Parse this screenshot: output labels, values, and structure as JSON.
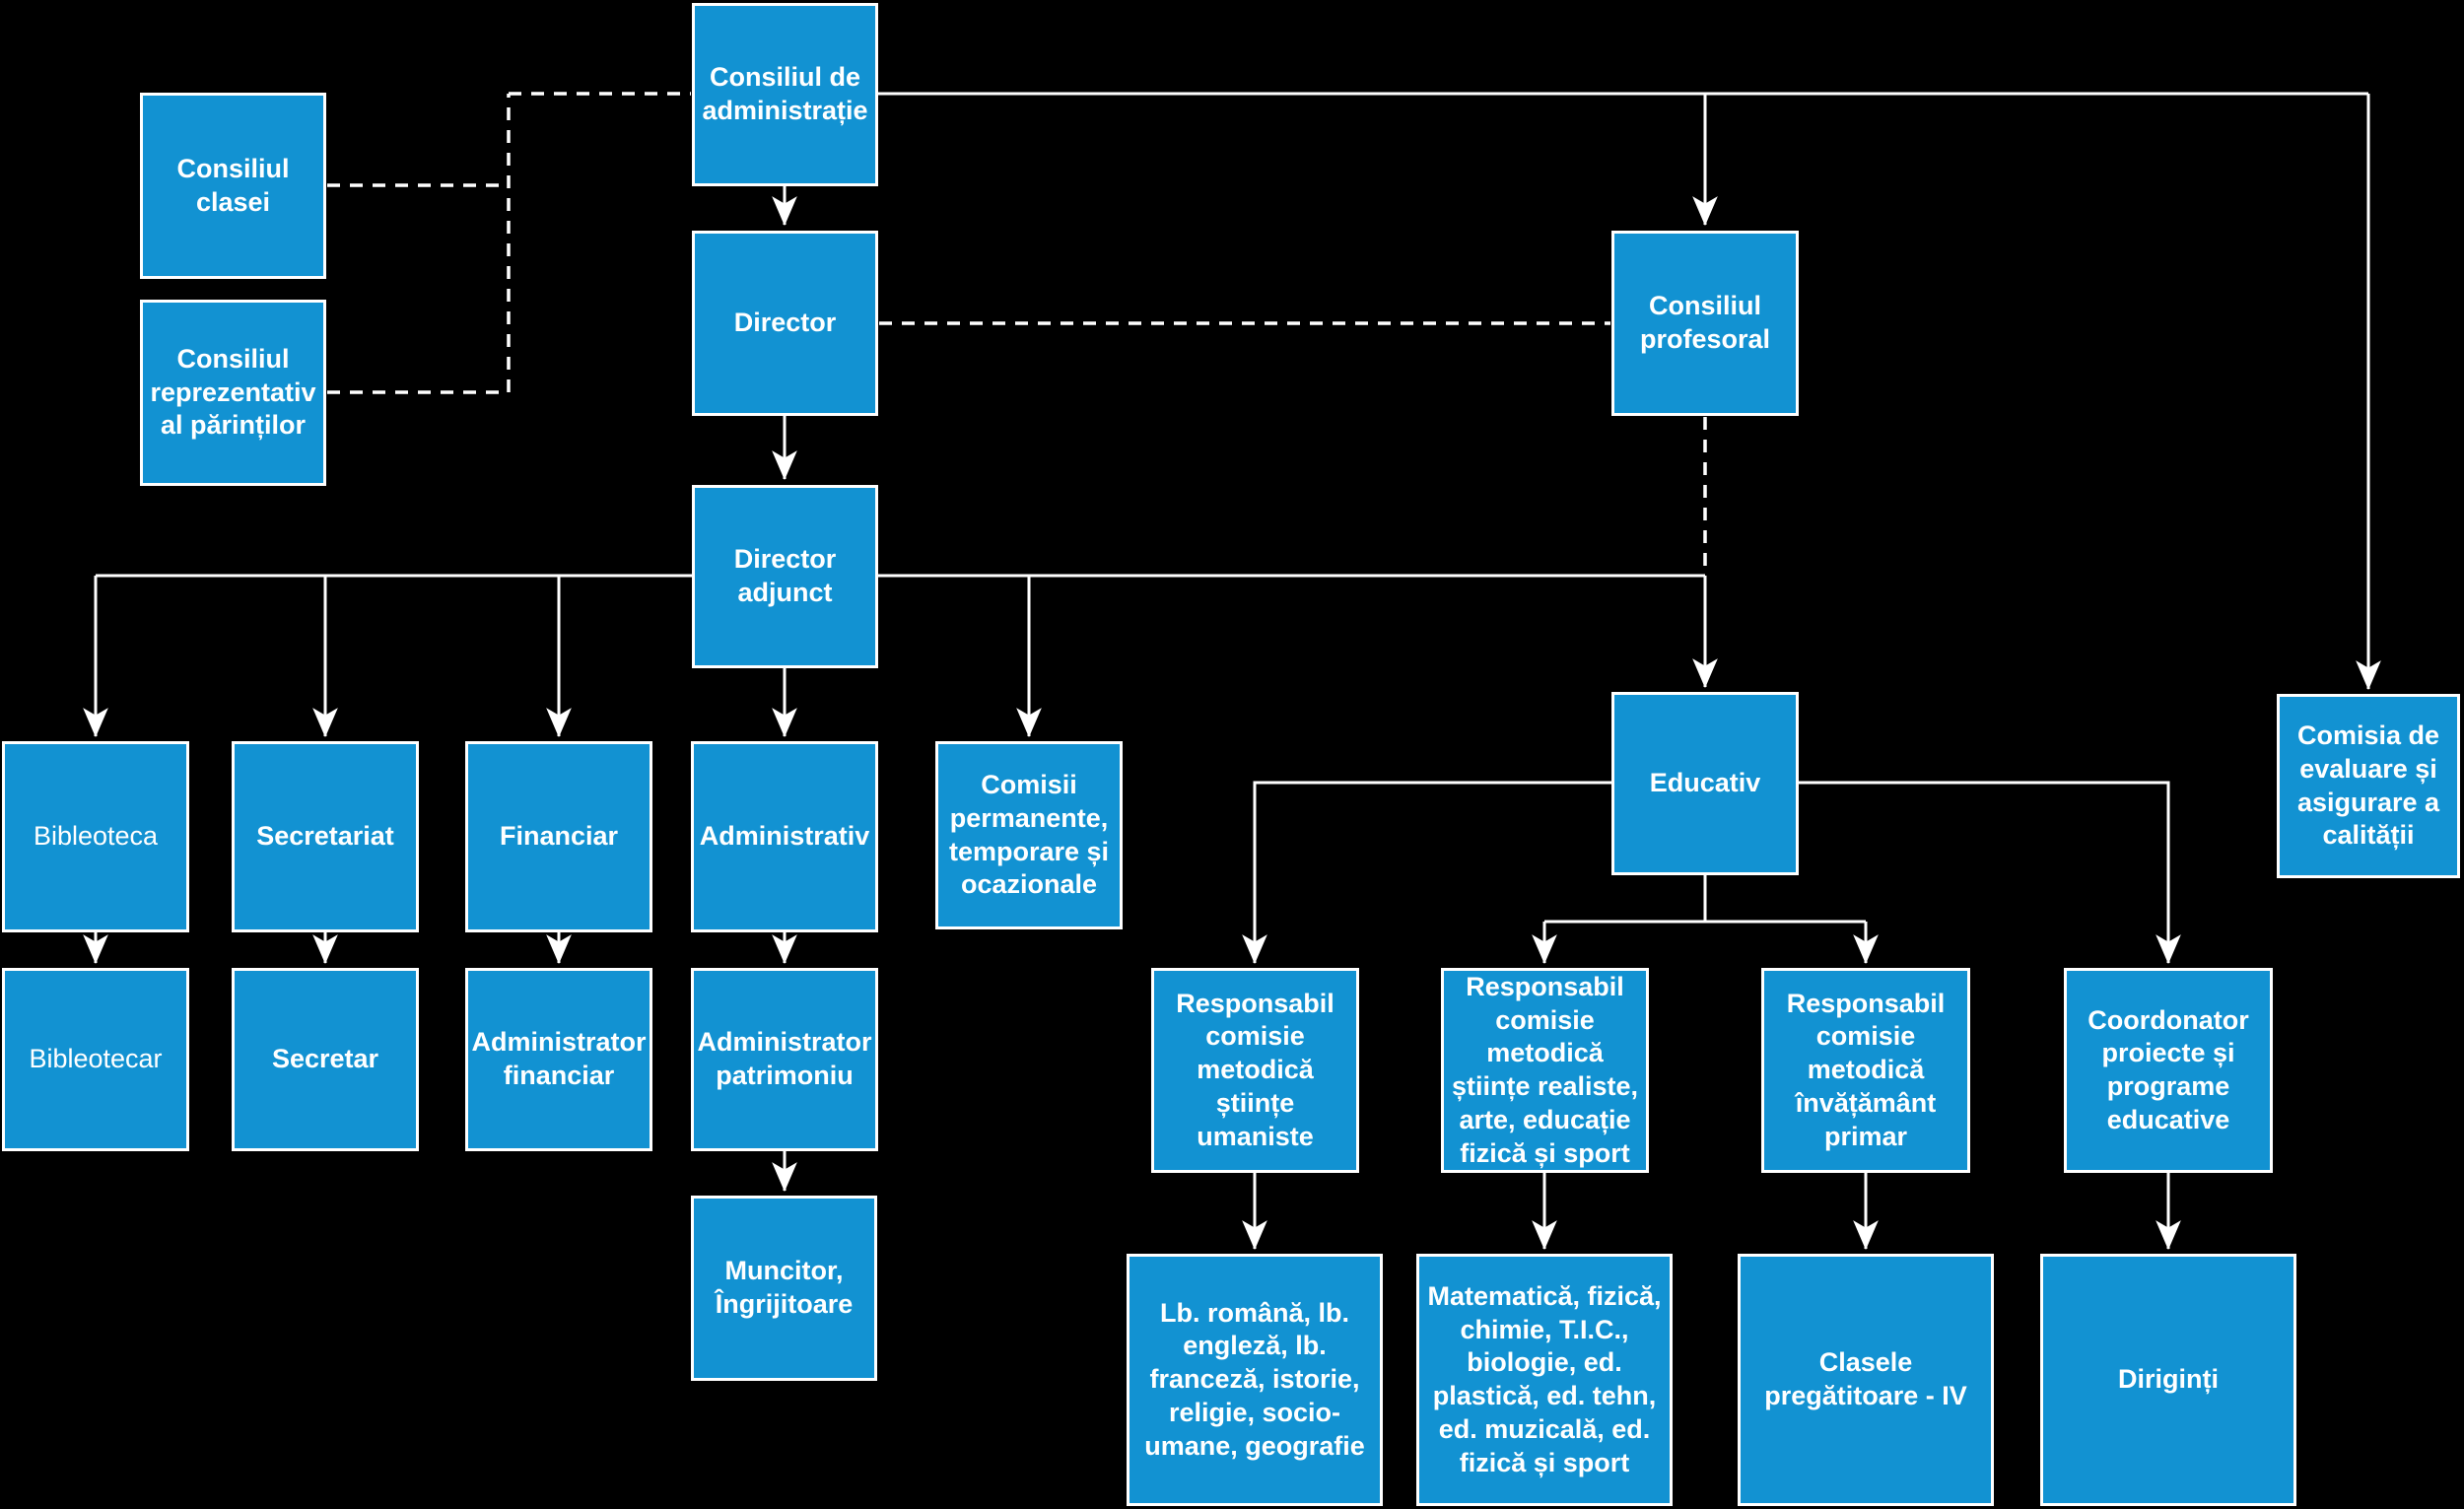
{
  "diagram": {
    "type": "organizational-chart",
    "language": "Romanian",
    "background": "#000000"
  },
  "colors": {
    "background": "#000000",
    "box_fill": "#1292d2",
    "box_border": "#ffffff",
    "connector": "#ffffff",
    "text": "#ffffff"
  },
  "nodes": {
    "admin": {
      "label": "Consiliul de administrație"
    },
    "clasei": {
      "label": "Consiliul clasei"
    },
    "parinti": {
      "label": "Consiliul reprezentativ al părinților"
    },
    "director": {
      "label": "Director"
    },
    "profesoral": {
      "label": "Consiliul profesoral"
    },
    "adjunct": {
      "label": "Director adjunct"
    },
    "bibleoteca": {
      "label": "Bibleoteca"
    },
    "secretariat": {
      "label": "Secretariat"
    },
    "financiar": {
      "label": "Financiar"
    },
    "administrativ": {
      "label": "Administrativ"
    },
    "comisii": {
      "label": "Comisii permanente, temporare și ocazionale"
    },
    "educativ": {
      "label": "Educativ"
    },
    "evaluare": {
      "label": "Comisia de evaluare și asigurare a calității"
    },
    "bibleotecar": {
      "label": "Bibleotecar"
    },
    "secretar": {
      "label": "Secretar"
    },
    "adm_financiar": {
      "label": "Administrator financiar"
    },
    "adm_patrimoniu": {
      "label": "Administrator patrimoniu"
    },
    "muncitor": {
      "label": "Muncitor, Îngrijitoare"
    },
    "resp_umaniste": {
      "label": "Responsabil comisie metodică științe umaniste"
    },
    "resp_realiste": {
      "label": "Responsabil comisie metodică științe realiste, arte, educație fizică și sport"
    },
    "resp_primar": {
      "label": "Responsabil comisie metodică învățământ primar"
    },
    "coordonator": {
      "label": "Coordonator proiecte și programe educative"
    },
    "lb_romana": {
      "label": "Lb. română, lb. engleză, lb. franceză, istorie, religie, socio-umane, geografie"
    },
    "matematica": {
      "label": "Matematică, fizică, chimie, T.I.C., biologie, ed. plastică, ed. tehn, ed. muzicală, ed. fizică și sport"
    },
    "clasele": {
      "label": "Clasele pregătitoare - IV"
    },
    "diriginti": {
      "label": "Diriginți"
    }
  }
}
